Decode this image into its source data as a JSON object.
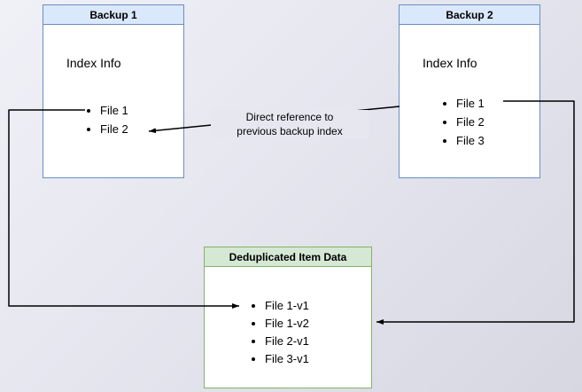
{
  "colors": {
    "blue_border": "#6c8ebf",
    "blue_header_fill": "#dae8fc",
    "green_border": "#82b366",
    "green_header_fill": "#d5e8d4",
    "arrow": "#000000"
  },
  "backup1": {
    "title": "Backup 1",
    "index_label": "Index Info",
    "files": [
      "File 1",
      "File 2"
    ]
  },
  "backup2": {
    "title": "Backup 2",
    "index_label": "Index Info",
    "files": [
      "File 1",
      "File 2",
      "File 3"
    ]
  },
  "dedup": {
    "title": "Deduplicated Item Data",
    "items": [
      "File 1-v1",
      "File 1-v2",
      "File 2-v1",
      "File 3-v1"
    ]
  },
  "annotation": {
    "line1": "Direct reference to",
    "line2": "previous backup index"
  }
}
